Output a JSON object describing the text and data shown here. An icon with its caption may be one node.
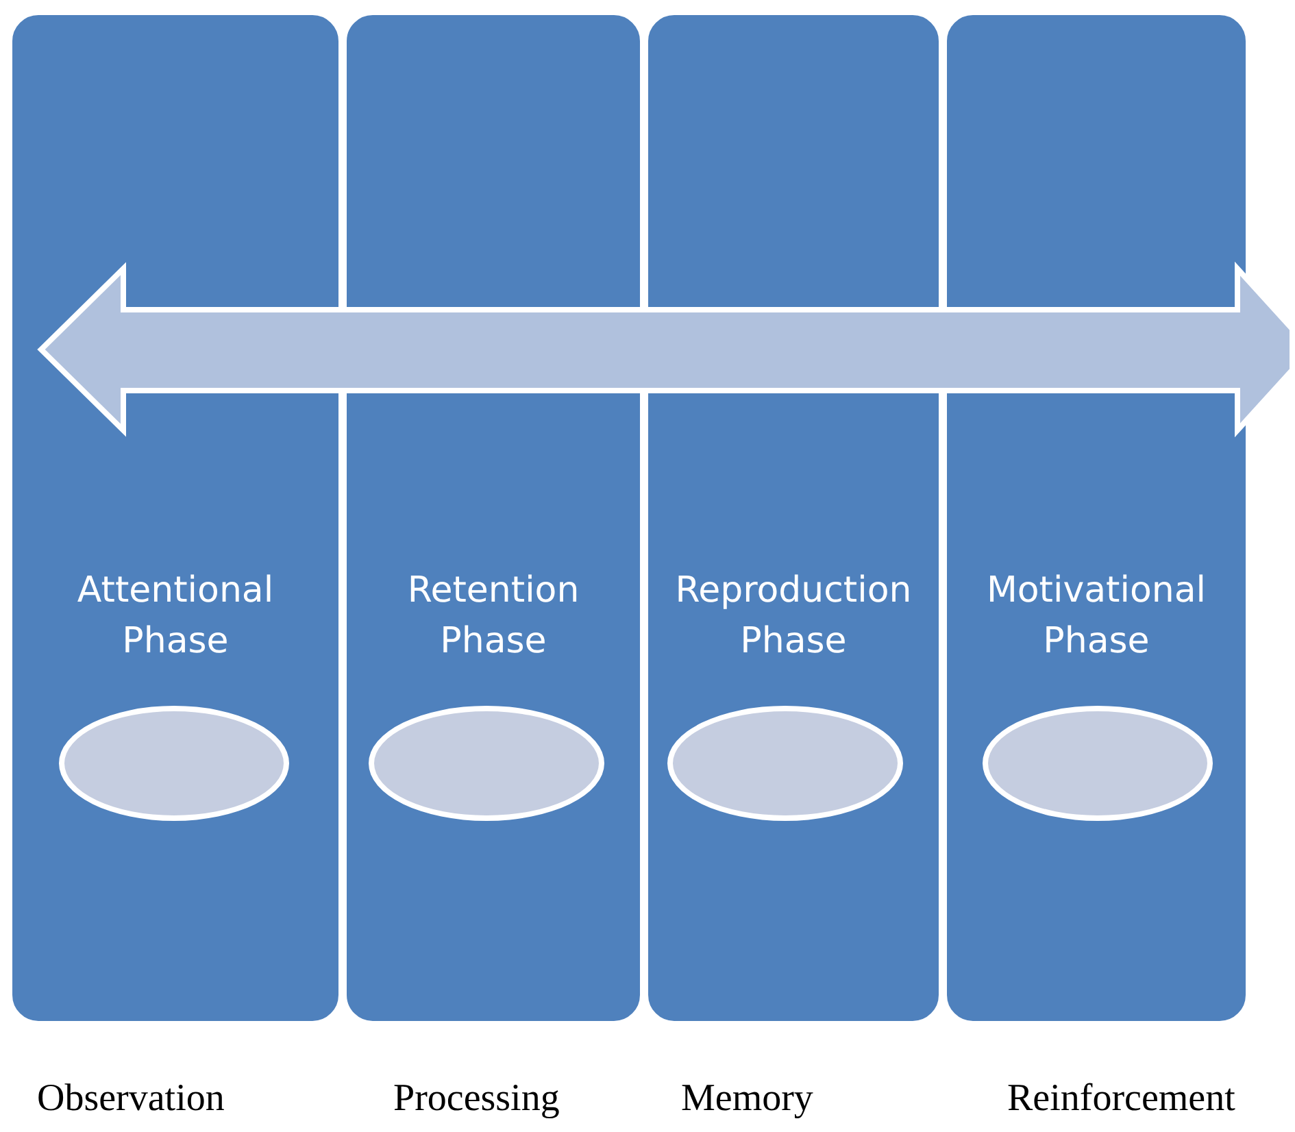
{
  "diagram": {
    "nodes": [
      {
        "text": [
          "Attentional Phase"
        ]
      },
      {
        "text": [],
        "shape": "ellipse",
        "in": 0
      },
      {
        "text": [
          "Retention Phase"
        ]
      },
      {
        "text": [],
        "shape": "ellipse",
        "in": 2
      },
      {
        "text": [
          "Reproduction Phase"
        ]
      },
      {
        "text": [],
        "shape": "ellipse",
        "in": 4
      },
      {
        "text": [
          "Motivational Phase"
        ]
      },
      {
        "text": [],
        "shape": "ellipse",
        "in": 6
      }
    ],
    "labels": [
      "Observation",
      "Processing",
      "Memory",
      "Reinforcement"
    ]
  }
}
